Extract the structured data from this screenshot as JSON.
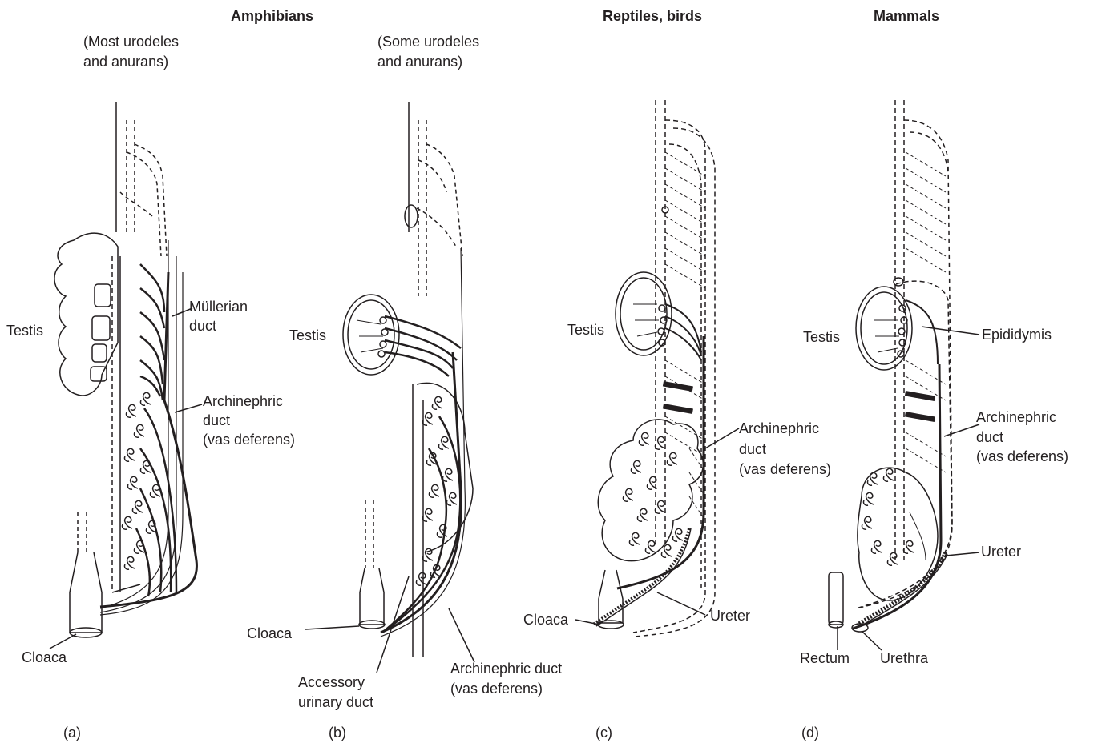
{
  "headings": {
    "amphibians": "Amphibians",
    "reptiles_birds": "Reptiles, birds",
    "mammals": "Mammals"
  },
  "panel_a": {
    "subtitle_line1": "(Most urodeles",
    "subtitle_line2": "and anurans)",
    "testis": "Testis",
    "mullerian_line1": "Müllerian",
    "mullerian_line2": "duct",
    "archinephric_line1": "Archinephric",
    "archinephric_line2": "duct",
    "archinephric_line3": "(vas deferens)",
    "cloaca": "Cloaca",
    "letter": "(a)"
  },
  "panel_b": {
    "subtitle_line1": "(Some urodeles",
    "subtitle_line2": "and anurans)",
    "testis": "Testis",
    "cloaca": "Cloaca",
    "accessory_line1": "Accessory",
    "accessory_line2": "urinary duct",
    "archinephric_line1": "Archinephric duct",
    "archinephric_line2": "(vas deferens)",
    "letter": "(b)"
  },
  "panel_c": {
    "testis": "Testis",
    "archinephric_line1": "Archinephric",
    "archinephric_line2": "duct",
    "archinephric_line3": "(vas deferens)",
    "cloaca": "Cloaca",
    "ureter": "Ureter",
    "letter": "(c)"
  },
  "panel_d": {
    "testis": "Testis",
    "epididymis": "Epididymis",
    "archinephric_line1": "Archinephric",
    "archinephric_line2": "duct",
    "archinephric_line3": "(vas deferens)",
    "ureter": "Ureter",
    "rectum": "Rectum",
    "urethra": "Urethra",
    "letter": "(d)"
  }
}
